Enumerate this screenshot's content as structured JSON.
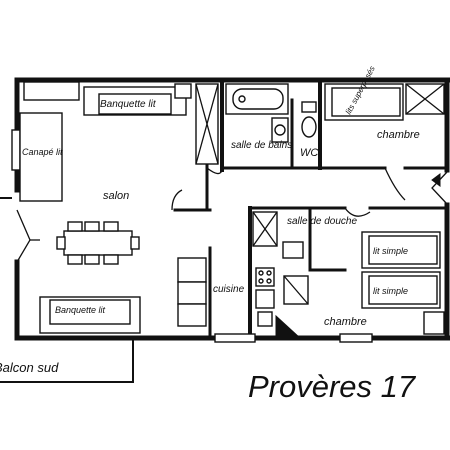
{
  "plan": {
    "title": "Provères 17",
    "balcony": "Balcon sud",
    "rooms": {
      "salon": "salon",
      "canape": "Canapé lit",
      "banquette_top": "Banquette lit",
      "banquette_bottom": "Banquette lit",
      "salle_de_bains": "salle de bains",
      "wc": "WC",
      "chambre_top": "chambre",
      "lits_superposes": "lits superposés",
      "salle_de_douche": "salle de douche",
      "lit_simple_1": "lit simple",
      "lit_simple_2": "lit simple",
      "chambre_bottom": "chambre",
      "cuisine": "cuisine"
    }
  }
}
